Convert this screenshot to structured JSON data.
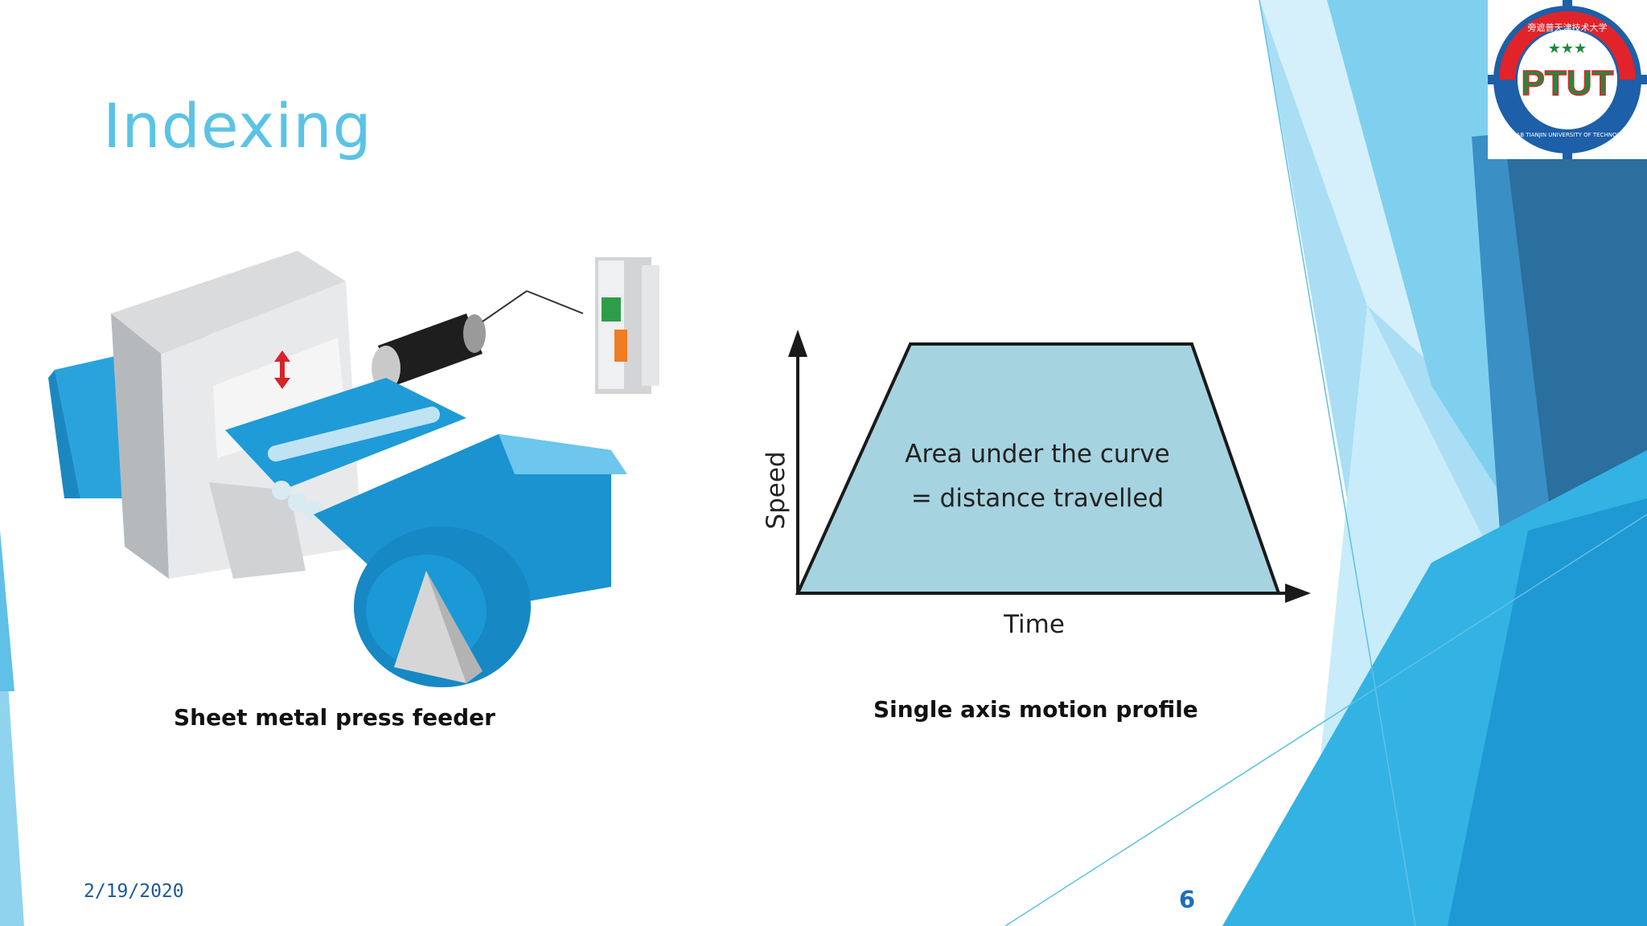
{
  "slide": {
    "title": "Indexing",
    "date": "2/19/2020",
    "page_number": "6"
  },
  "left_figure": {
    "caption": "Sheet metal press feeder"
  },
  "right_figure": {
    "caption": "Single axis motion profile",
    "y_axis_label": "Speed",
    "x_axis_label": "Time",
    "annotation_line1": "Area under the curve",
    "annotation_line2": "= distance travelled"
  },
  "logo": {
    "text": "PTUT",
    "ring_text": "PUNJAB TIANJIN UNIVERSITY OF TECHNOLOGY",
    "chinese_text": "旁遮普天津技术大学"
  },
  "colors": {
    "title": "#5bc3e6",
    "accent_dark": "#2a6f9e",
    "accent_light": "#7fd0ef",
    "trapezoid_fill": "#a6d3e0",
    "logo_red": "#e2232a",
    "logo_blue": "#1d5fa8",
    "logo_green": "#1f8a3c"
  }
}
